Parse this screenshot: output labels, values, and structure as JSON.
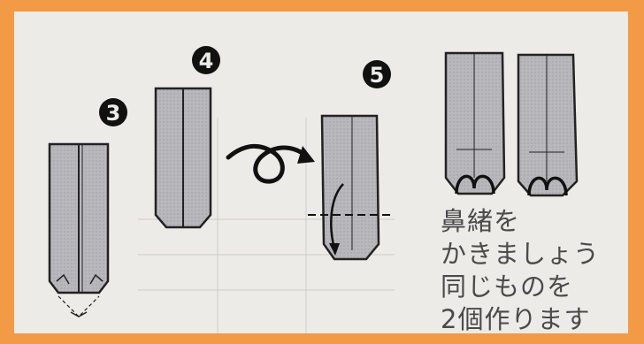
{
  "steps": {
    "step3": "3",
    "step4": "4",
    "step5": "5"
  },
  "caption": {
    "line1": "鼻緒を",
    "line2": "かきましょう",
    "line3": "同じものを",
    "line4": "2個作ります"
  },
  "colors": {
    "border": "#f29a45",
    "paper": "#ecebe7",
    "shape_fill": "#b8b8bc",
    "ink": "#222222"
  }
}
